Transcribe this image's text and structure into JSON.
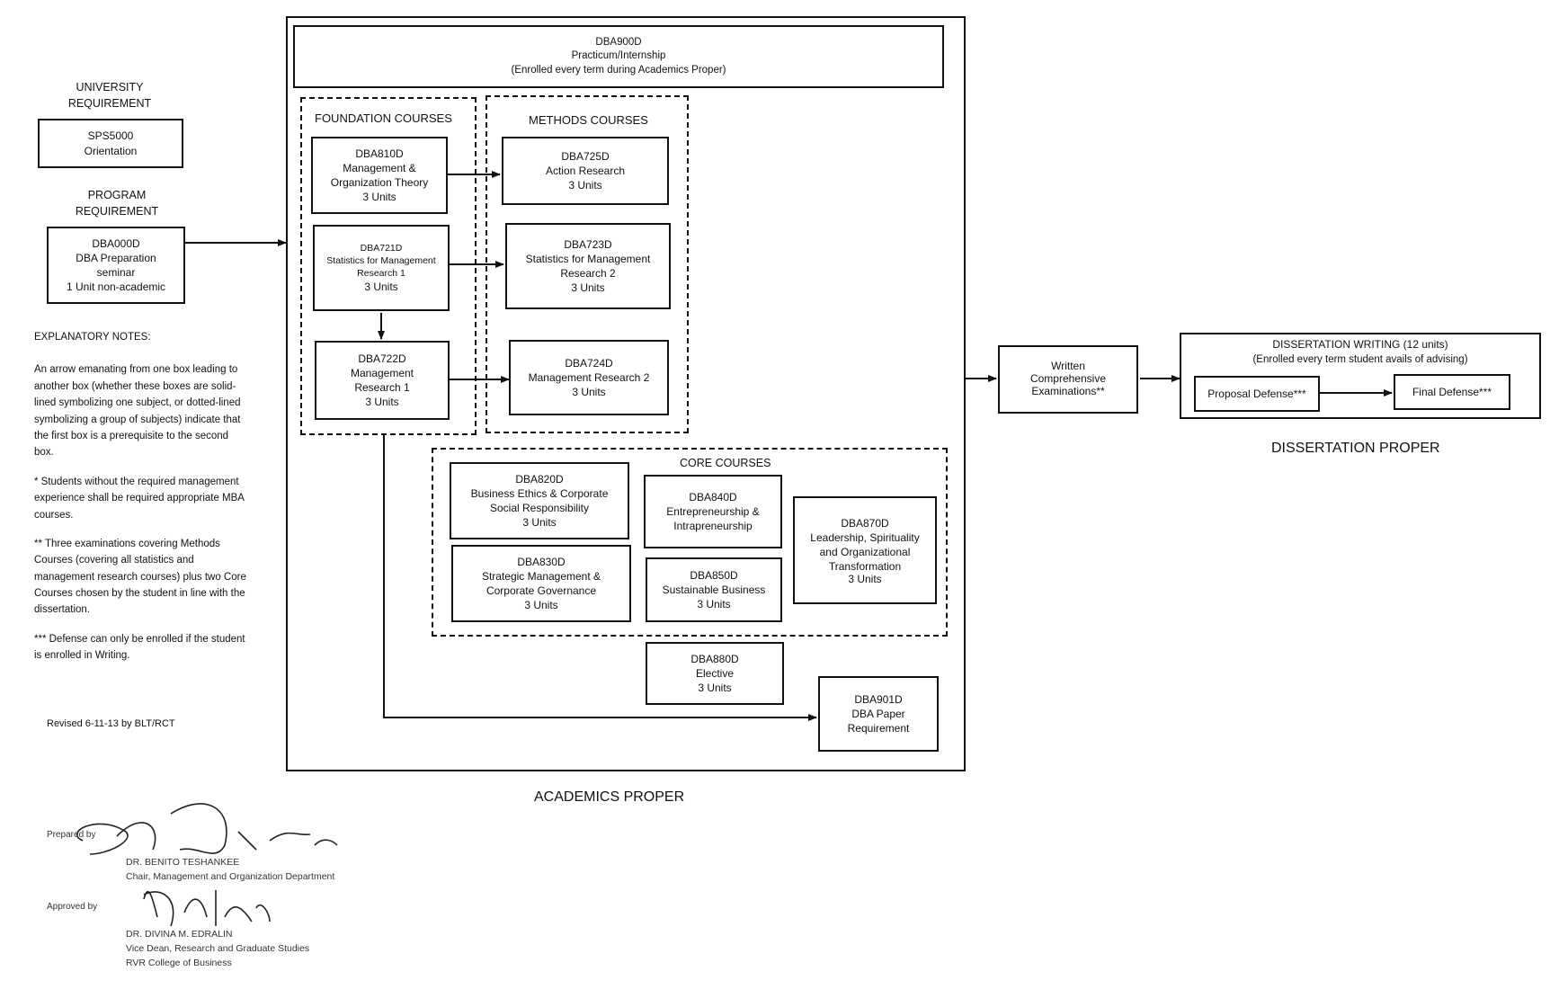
{
  "university_requirement": {
    "heading_line1": "UNIVERSITY",
    "heading_line2": "REQUIREMENT",
    "box": {
      "code": "SPS5000",
      "title": "Orientation"
    }
  },
  "program_requirement": {
    "heading_line1": "PROGRAM",
    "heading_line2": "REQUIREMENT",
    "box": {
      "code": "DBA000D",
      "line1": "DBA Preparation",
      "line2": "seminar",
      "units": "1 Unit non-academic"
    }
  },
  "practicum": {
    "code": "DBA900D",
    "title": "Practicum/Internship",
    "note": "(Enrolled every  term during Academics Proper)"
  },
  "foundation": {
    "title": "FOUNDATION COURSES",
    "courses": [
      {
        "code": "DBA810D",
        "line1": "Management &",
        "line2": "Organization Theory",
        "units": "3 Units"
      },
      {
        "code": "DBA721D",
        "line1": "Statistics for Management",
        "line2": "Research 1",
        "units": "3 Units"
      },
      {
        "code": "DBA722D",
        "line1": "Management",
        "line2": "Research 1",
        "units": "3 Units"
      }
    ]
  },
  "methods": {
    "title": "METHODS COURSES",
    "courses": [
      {
        "code": "DBA725D",
        "line1": "Action Research",
        "units": "3 Units"
      },
      {
        "code": "DBA723D",
        "line1": "Statistics for Management",
        "line2": "Research 2",
        "units": "3 Units"
      },
      {
        "code": "DBA724D",
        "line1": "Management Research 2",
        "units": "3 Units"
      }
    ]
  },
  "core": {
    "title": "CORE COURSES",
    "courses": [
      {
        "code": "DBA820D",
        "line1": "Business  Ethics & Corporate",
        "line2": "Social Responsibility",
        "units": "3 Units"
      },
      {
        "code": "DBA830D",
        "line1": "Strategic Management &",
        "line2": "Corporate Governance",
        "units": "3 Units"
      },
      {
        "code": "DBA840D",
        "line1": "Entrepreneurship &",
        "line2": "Intrapreneurship"
      },
      {
        "code": "DBA850D",
        "line1": "Sustainable Business",
        "units": "3 Units"
      },
      {
        "code": "DBA870D",
        "line1": "Leadership, Spirituality",
        "line2": "and Organizational",
        "line3": "Transformation",
        "units": "3 Units"
      }
    ]
  },
  "elective": {
    "code": "DBA880D",
    "line1": "Elective",
    "units": "3 Units"
  },
  "paper": {
    "code": "DBA901D",
    "line1": "DBA Paper",
    "line2": "Requirement"
  },
  "academics_label": "ACADEMICS PROPER",
  "written_exam": {
    "line1": "Written",
    "line2": "Comprehensive",
    "line3": "Examinations**"
  },
  "dissertation": {
    "title": "DISSERTATION WRITING (12 units)",
    "note": "(Enrolled every term student avails of advising)",
    "proposal": "Proposal Defense***",
    "final": "Final Defense***",
    "label": "DISSERTATION PROPER"
  },
  "notes": {
    "heading": "EXPLANATORY NOTES:",
    "note1": "An arrow emanating from one box leading to another box (whether these boxes are solid-lined symbolizing one subject, or dotted-lined symbolizing a group of subjects) indicate that the first box is a prerequisite to the second box.",
    "note2": "* Students without the required management experience shall be required appropriate MBA courses.",
    "note3": "** Three examinations covering Methods Courses (covering  all statistics and management research courses) plus two Core Courses chosen by the student in line with the dissertation.",
    "note4": "*** Defense can only be enrolled if the  student is enrolled in Writing.",
    "revised": "Revised 6-11-13 by BLT/RCT"
  },
  "signatures": {
    "prepared_label": "Prepared by",
    "prepared_name": "DR. BENITO TESHANKEE",
    "prepared_title": "Chair, Management and Organization Department",
    "approved_label": "Approved by",
    "approved_name": "DR. DIVINA M. EDRALIN",
    "approved_title1": "Vice Dean, Research and Graduate Studies",
    "approved_title2": "RVR College of Business"
  }
}
